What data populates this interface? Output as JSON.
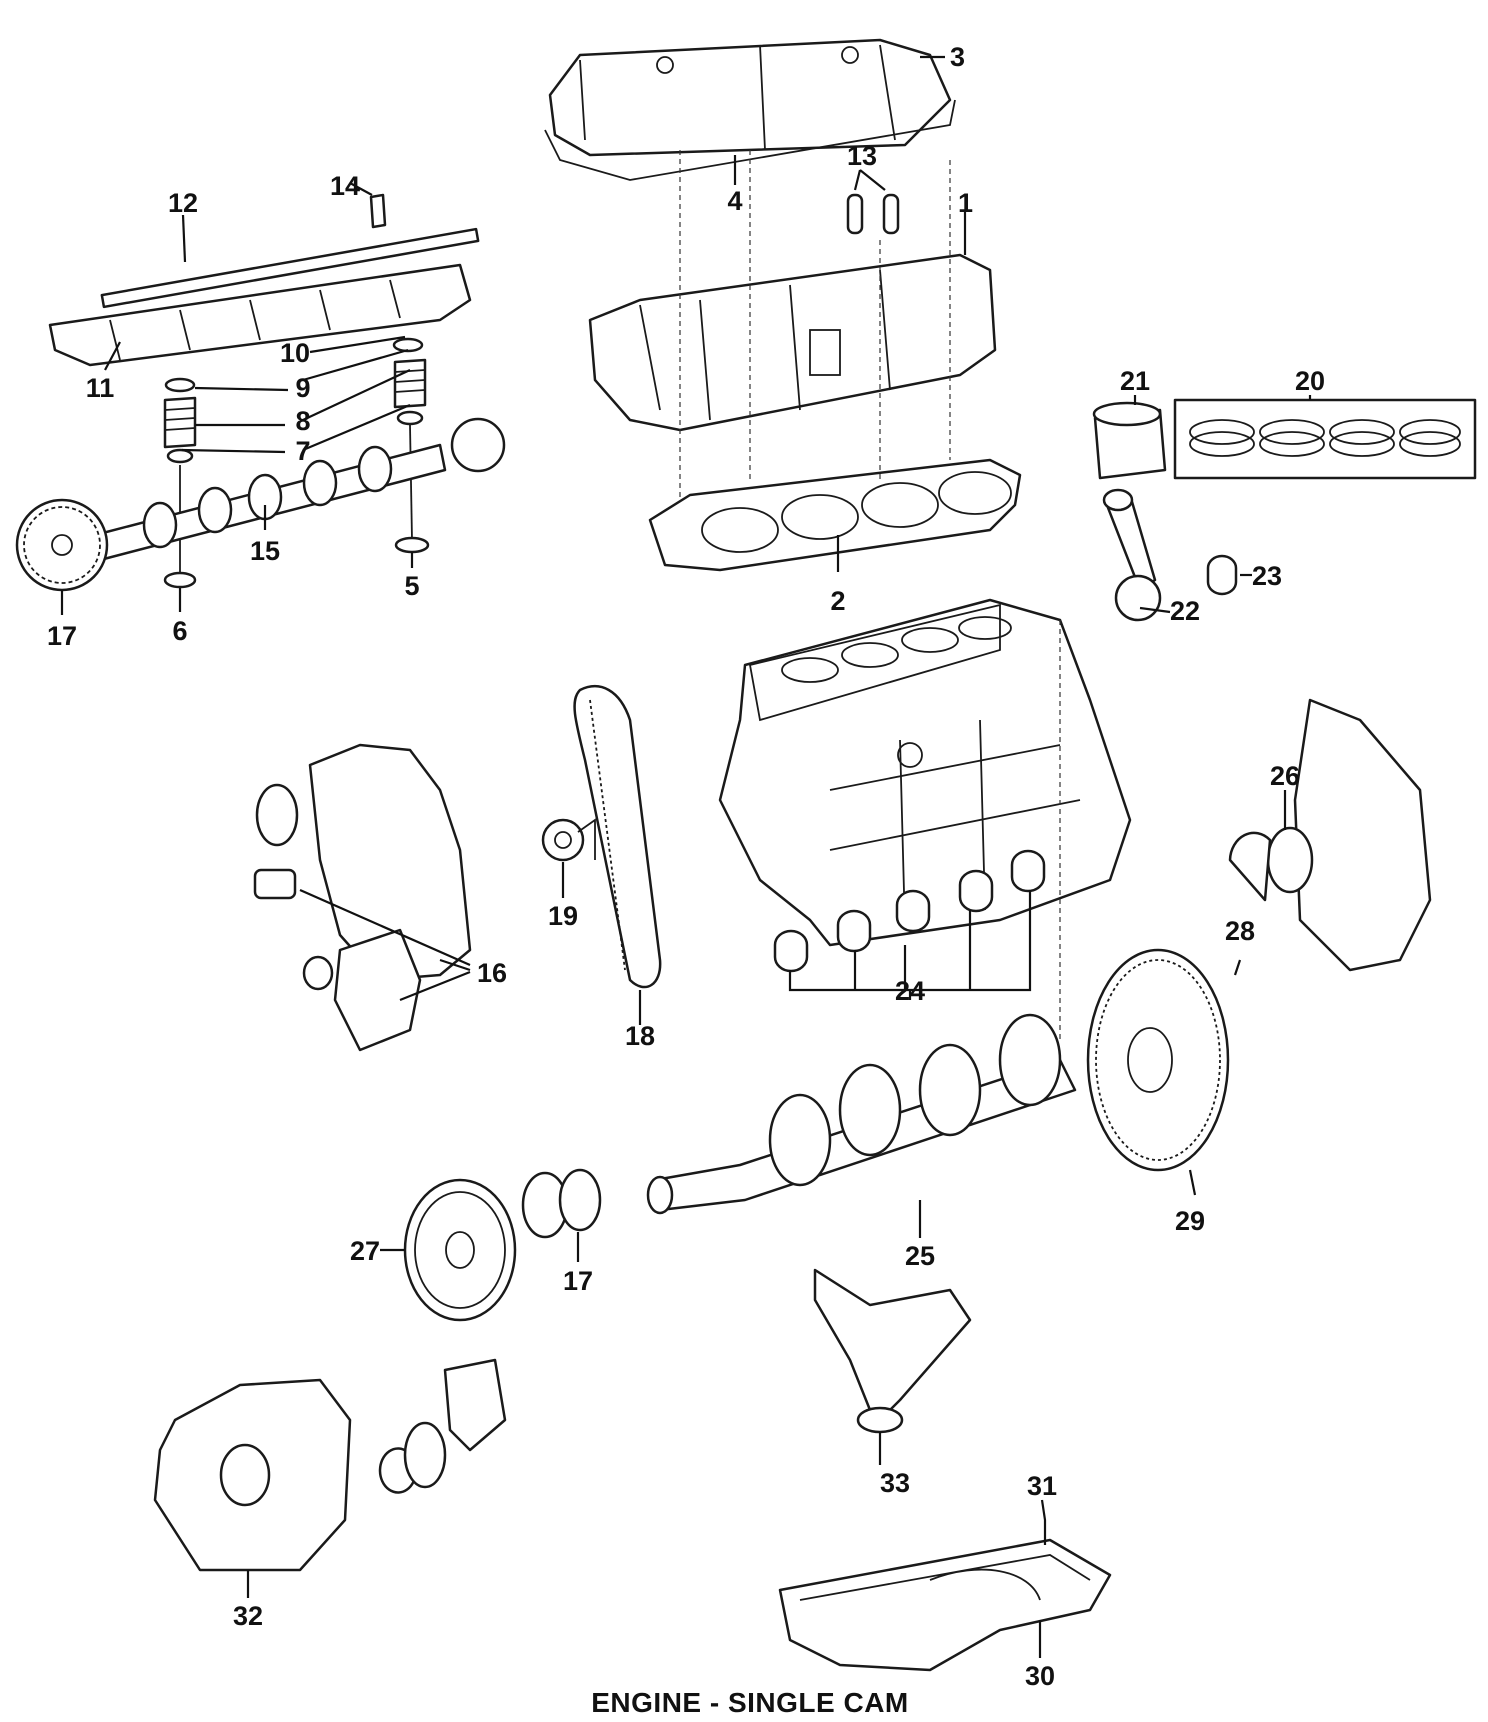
{
  "diagram": {
    "caption": "ENGINE - SINGLE CAM",
    "callouts": [
      "1",
      "2",
      "3",
      "4",
      "5",
      "6",
      "7",
      "8",
      "9",
      "10",
      "11",
      "12",
      "13",
      "14",
      "15",
      "16",
      "17",
      "17",
      "18",
      "19",
      "20",
      "21",
      "22",
      "23",
      "24",
      "25",
      "26",
      "27",
      "28",
      "29",
      "30",
      "31",
      "32",
      "33"
    ]
  }
}
